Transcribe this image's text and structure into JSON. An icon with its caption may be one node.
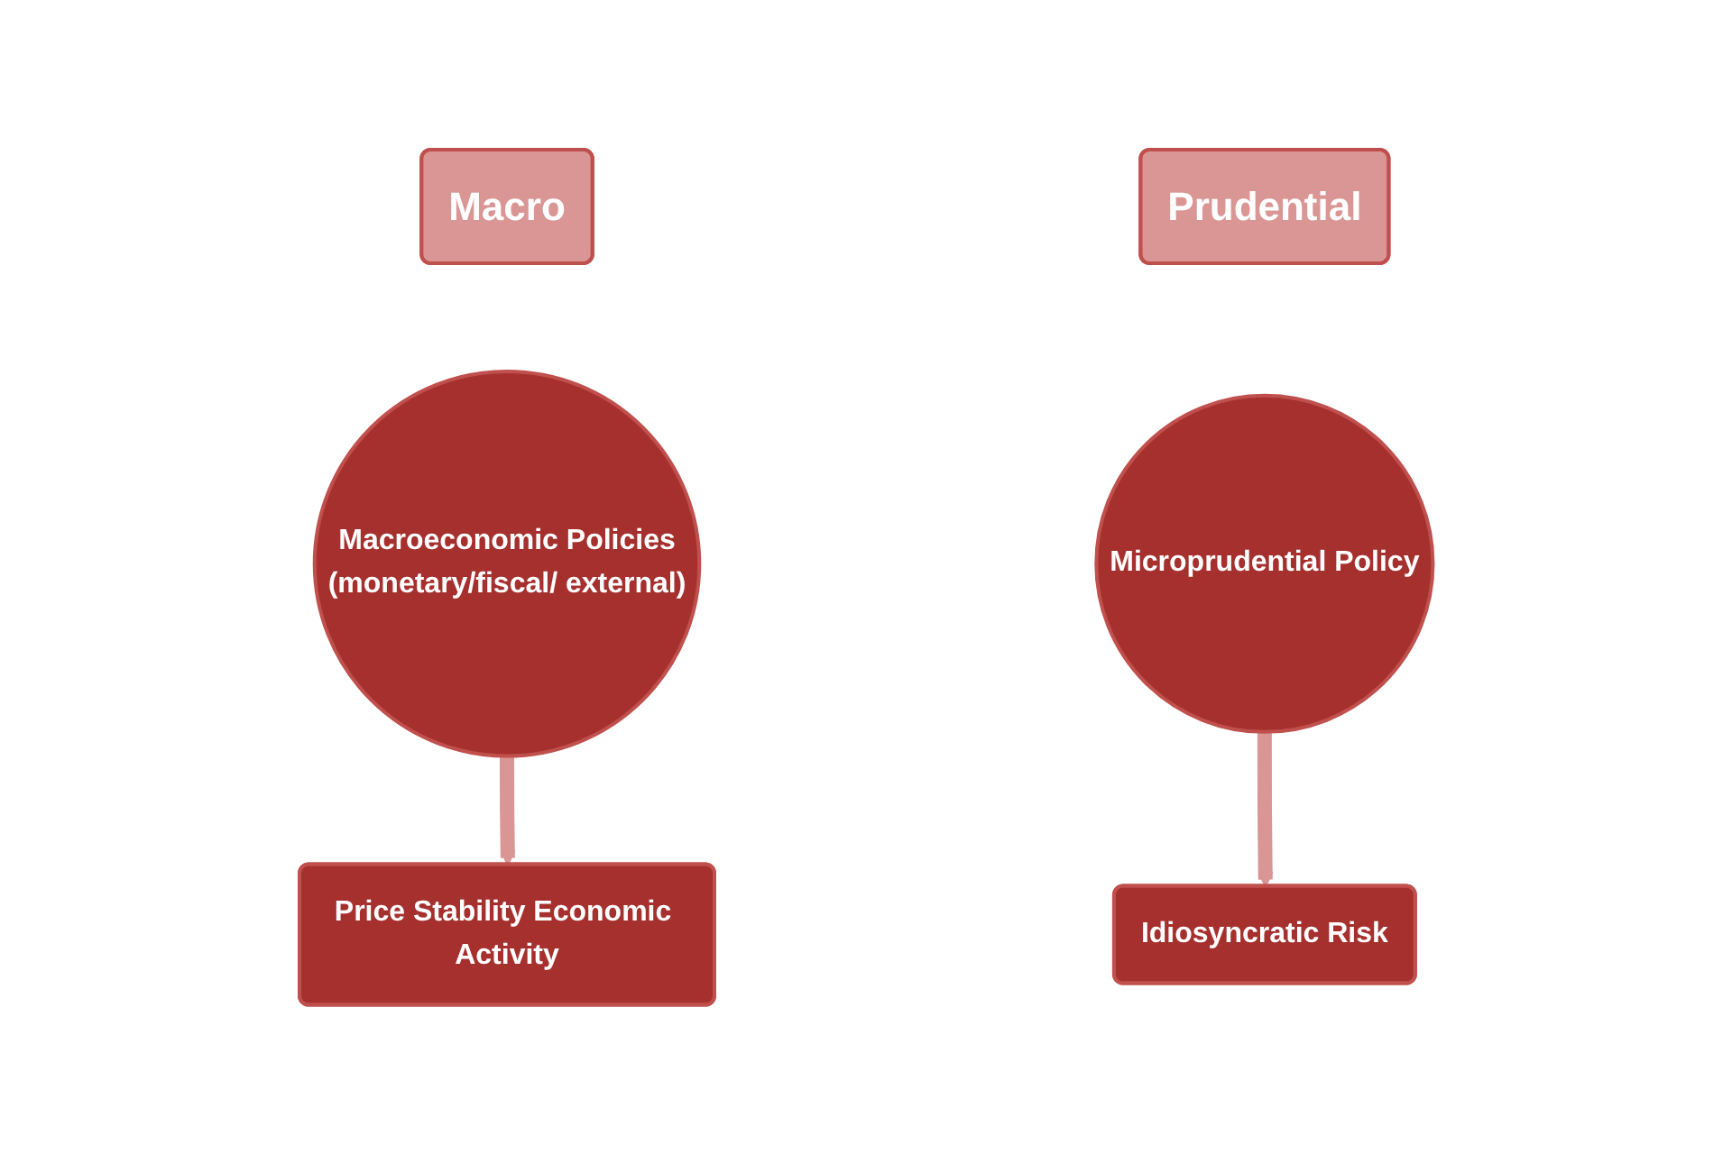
{
  "diagram": {
    "nodes": [
      {
        "text": [
          "Macro"
        ]
      },
      {
        "text": [
          "Prudential"
        ]
      },
      {
        "text": [
          "Macroeconomic Policies",
          "(monetary/fiscal/ external)"
        ]
      },
      {
        "text": [
          "Microprudential Policy"
        ]
      },
      {
        "text": [
          "Price Stability Economic Activity"
        ]
      },
      {
        "text": [
          "Idiosyncratic Risk"
        ]
      }
    ],
    "edges": [
      {
        "from": 2,
        "to": 4,
        "arrow": "to"
      },
      {
        "from": 3,
        "to": 5,
        "arrow": "to"
      }
    ]
  }
}
